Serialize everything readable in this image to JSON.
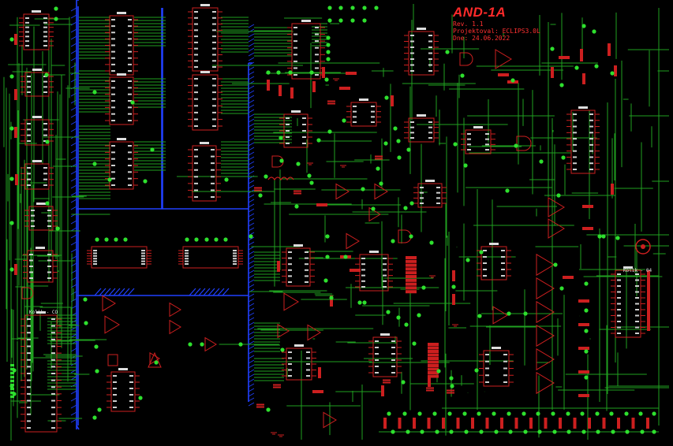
{
  "title_block": {
    "name": "AND-1A",
    "rev": "Rev. 1.1",
    "designer": "Projektoval: ECLIPS3.0L",
    "date": "Dne: 24.06.2022"
  },
  "connectors": {
    "left_label": "Kolik - CO",
    "right_label": "Kolik - 04"
  },
  "colors": {
    "background": "#000000",
    "wire": "#20a020",
    "bus": "#2040ff",
    "part": "#cc1f1f",
    "junction": "#2ee02e",
    "title": "#ff2a2a"
  }
}
